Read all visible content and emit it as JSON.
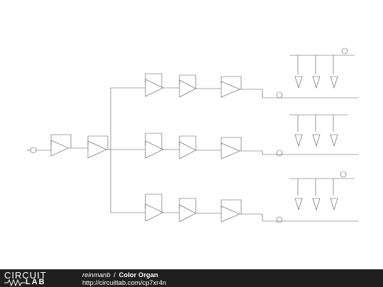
{
  "footer": {
    "logo_top": "CIRCUIT",
    "logo_bottom": "LAB",
    "author": "reinmanb",
    "separator": "/",
    "title": "Color Organ",
    "url": "http://circuitlab.com/cp7xr4n"
  },
  "colors": {
    "wire": "#555555",
    "footer_bg": "#1f1f1f",
    "logo_text": "#ffffff"
  }
}
